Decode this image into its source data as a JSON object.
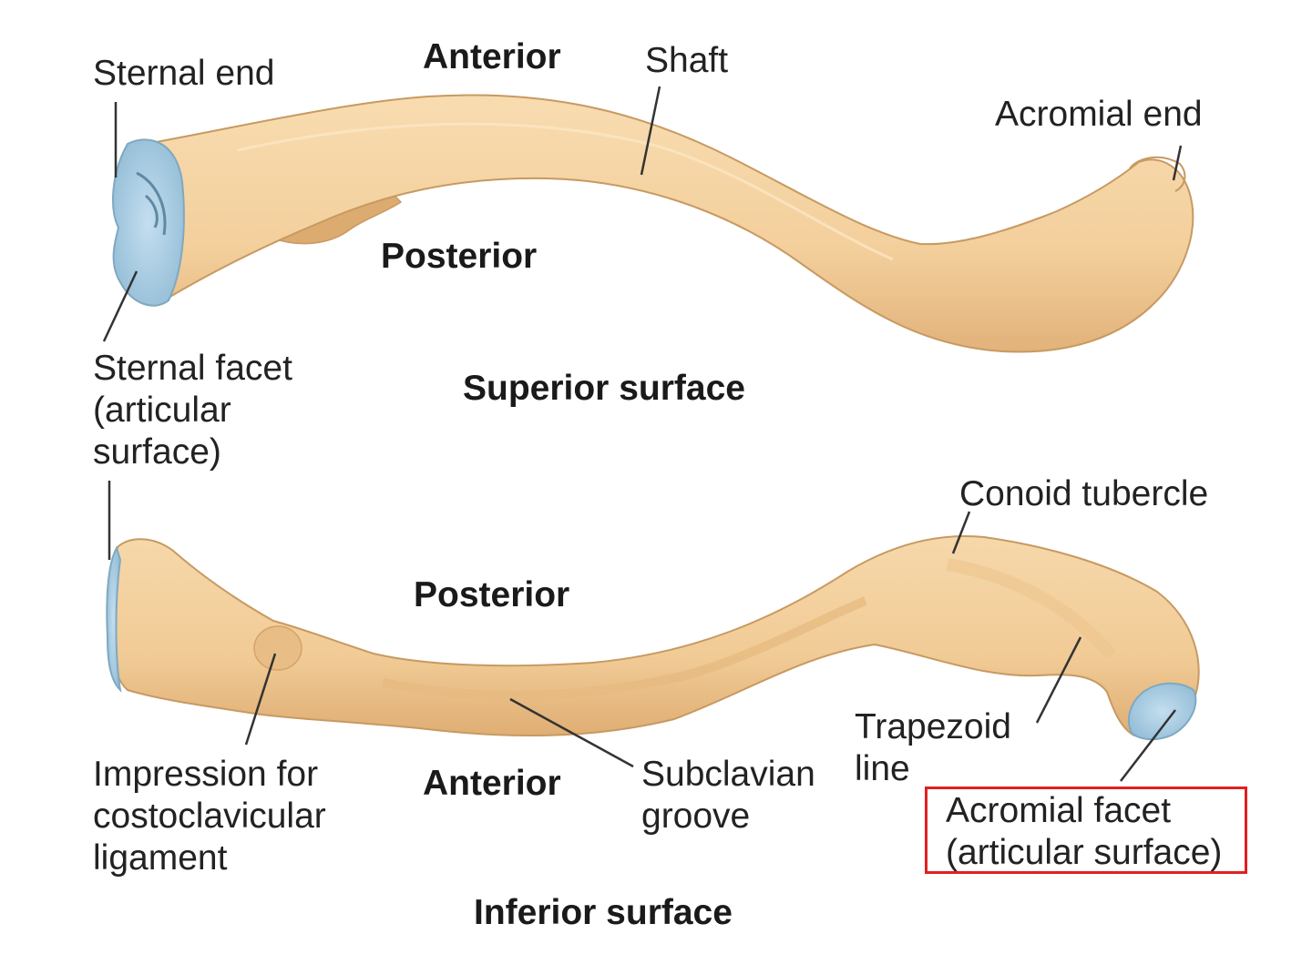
{
  "labels": {
    "sternal_end": "Sternal end",
    "anterior_top": "Anterior",
    "shaft": "Shaft",
    "acromial_end": "Acromial end",
    "posterior_top": "Posterior",
    "sternal_facet": "Sternal facet\n(articular\nsurface)",
    "superior_surface": "Superior surface",
    "conoid_tubercle": "Conoid tubercle",
    "posterior_bottom": "Posterior",
    "trapezoid_line": "Trapezoid\nline",
    "impression": "Impression for\ncostoclavicular\nligament",
    "anterior_bottom": "Anterior",
    "subclavian_groove": "Subclavian\ngroove",
    "acromial_facet": "Acromial facet\n(articular surface)",
    "inferior_surface": "Inferior surface"
  },
  "colors": {
    "bone": "#f3cf9c",
    "bone_shadow": "#d9ac72",
    "bone_outline": "#c79a62",
    "cartilage": "#a9cde0",
    "cartilage_outline": "#7fa9c0",
    "leader_line": "#333333",
    "highlight_box": "#e02020"
  }
}
